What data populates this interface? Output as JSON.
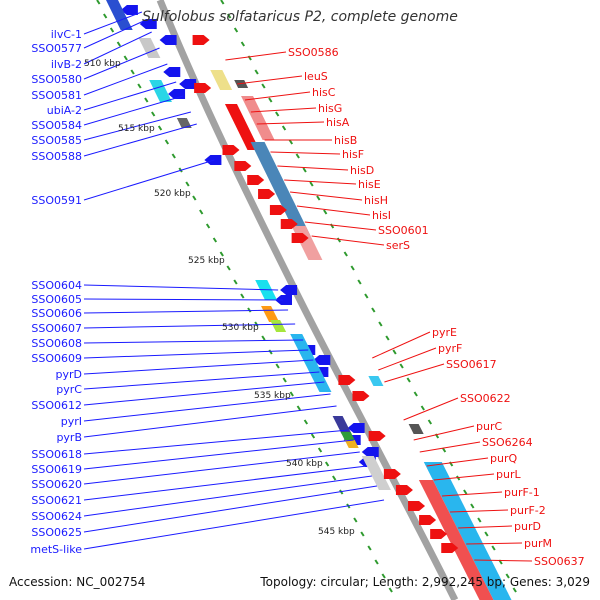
{
  "title": "Sulfolobus solfataricus P2, complete genome",
  "accession": "Accession: NC_002754",
  "topology": "Topology: circular; Length: 2,992,245 bp; Genes: 3,029",
  "colors": {
    "left_label": "#1a1aff",
    "right_label": "#ee1111",
    "backbone": "#999999",
    "tick": "#2e9a2e",
    "blue_arrow": "#1414ee",
    "red_arrow": "#ee1111",
    "cyan_bar": "#29b6ee",
    "steel_bar": "#4a86b8",
    "pink_bar": "#f08c8c"
  },
  "kbp_marks": [
    "510 kbp",
    "515 kbp",
    "520 kbp",
    "525 kbp",
    "530 kbp",
    "535 kbp",
    "540 kbp",
    "545 kbp"
  ],
  "left_labels": [
    "ilvC-1",
    "SSO0577",
    "ilvB-2",
    "SSO0580",
    "SSO0581",
    "ubiA-2",
    "SSO0584",
    "SSO0585",
    "SSO0588",
    "SSO0591",
    "SSO0604",
    "SSO0605",
    "SSO0606",
    "SSO0607",
    "SSO0608",
    "SSO0609",
    "pyrD",
    "pyrC",
    "SSO0612",
    "pyrI",
    "pyrB",
    "SSO0618",
    "SSO0619",
    "SSO0620",
    "SSO0621",
    "SSO0624",
    "SSO0625",
    "metS-like"
  ],
  "right_labels": [
    "SSO0586",
    "leuS",
    "hisC",
    "hisG",
    "hisA",
    "hisB",
    "hisF",
    "hisD",
    "hisE",
    "hisH",
    "hisI",
    "SSO0601",
    "serS",
    "pyrE",
    "pyrF",
    "SSO0617",
    "SSO0622",
    "purC",
    "SSO6264",
    "purQ",
    "purL",
    "purF-1",
    "purF-2",
    "purD",
    "purM",
    "SSO0637"
  ]
}
